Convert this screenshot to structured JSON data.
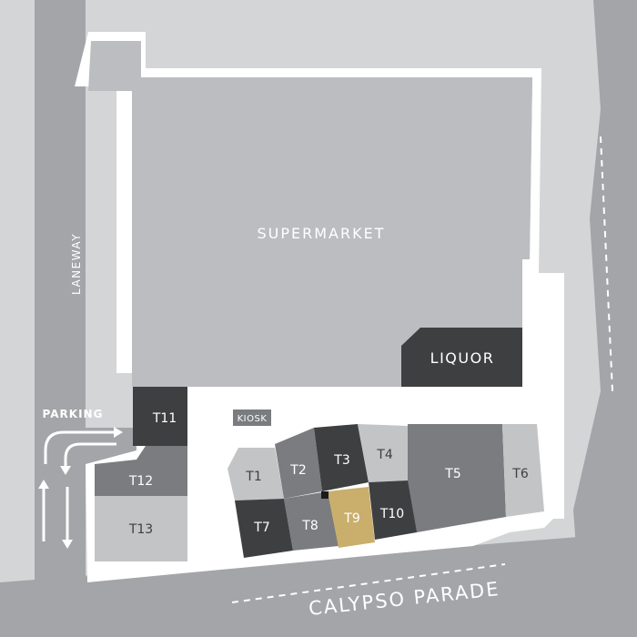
{
  "map": {
    "anchor_label": "SUPERMARKET",
    "labels": {
      "laneway": "LANEWAY",
      "parking": "PARKING",
      "street": "CALYPSO PARADE",
      "kiosk": "KIOSK"
    },
    "tenancies": [
      {
        "id": "liquor",
        "label": "LIQUOR",
        "shade": "dark"
      },
      {
        "id": "t1",
        "label": "T1",
        "shade": "light"
      },
      {
        "id": "t2",
        "label": "T2",
        "shade": "mid"
      },
      {
        "id": "t3",
        "label": "T3",
        "shade": "dark"
      },
      {
        "id": "t4",
        "label": "T4",
        "shade": "light"
      },
      {
        "id": "t5",
        "label": "T5",
        "shade": "mid"
      },
      {
        "id": "t6",
        "label": "T6",
        "shade": "light"
      },
      {
        "id": "t7",
        "label": "T7",
        "shade": "dark"
      },
      {
        "id": "t8",
        "label": "T8",
        "shade": "mid"
      },
      {
        "id": "t9",
        "label": "T9",
        "shade": "highlight"
      },
      {
        "id": "t10",
        "label": "T10",
        "shade": "dark"
      },
      {
        "id": "t11",
        "label": "T11",
        "shade": "dark"
      },
      {
        "id": "t12",
        "label": "T12",
        "shade": "mid"
      },
      {
        "id": "t13",
        "label": "T13",
        "shade": "light"
      }
    ],
    "colors": {
      "road": "#a3a5a8",
      "ground": "#d4d5d7",
      "building": "#bcbdc0",
      "dark": "#3e3f41",
      "mid": "#7a7c7f",
      "light": "#c3c4c6",
      "highlight": "#c9ae6c",
      "label_light": "#ffffff",
      "label_dark": "#3e3f41"
    }
  }
}
